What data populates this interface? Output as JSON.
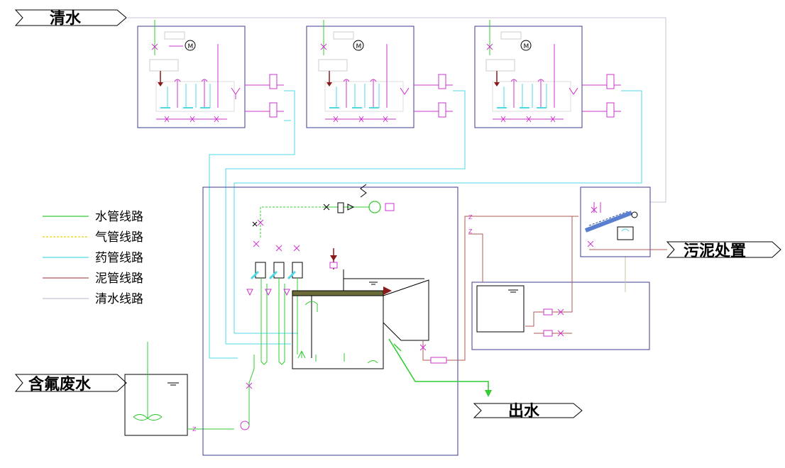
{
  "terminals": {
    "clear_water": "清水",
    "fluoride_wastewater": "含氟废水",
    "sludge_disposal": "污泥处置",
    "effluent": "出水"
  },
  "legend": {
    "items": [
      {
        "label": "水管线路",
        "color": "#33cc33",
        "dashed": false
      },
      {
        "label": "气管线路",
        "color": "#e6d200",
        "dashed": true
      },
      {
        "label": "药管线路",
        "color": "#4dd9e6",
        "dashed": false
      },
      {
        "label": "泥管线路",
        "color": "#b35a5a",
        "dashed": false
      },
      {
        "label": "清水线路",
        "color": "#c8c3d6",
        "dashed": false
      }
    ]
  },
  "symbols": {
    "motor": "M",
    "tag_z": "Z"
  },
  "colors": {
    "water": "#33cc33",
    "gas": "#e6d200",
    "chem": "#4dd9e6",
    "sludge": "#b35a5a",
    "clear": "#c8c3d6",
    "frame": "#3b3b8f",
    "valve": "#cc33cc",
    "arrow": "#8b1a1a"
  }
}
